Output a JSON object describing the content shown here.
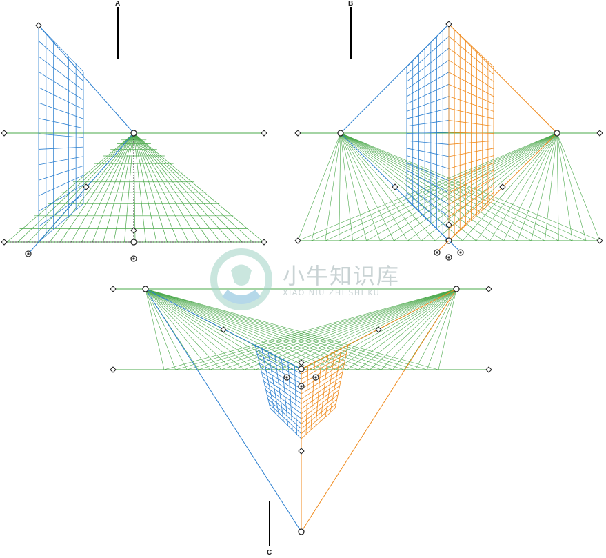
{
  "labels": {
    "a": "A",
    "b": "B",
    "c": "C"
  },
  "watermark": {
    "name": "小牛知识库",
    "pinyin": "XIAO NIU ZHI SHI KU"
  },
  "colors": {
    "left_grid": "#2b7fd0",
    "right_grid": "#f08a1c",
    "ground": "#4aa84a",
    "marker": "#333333"
  }
}
